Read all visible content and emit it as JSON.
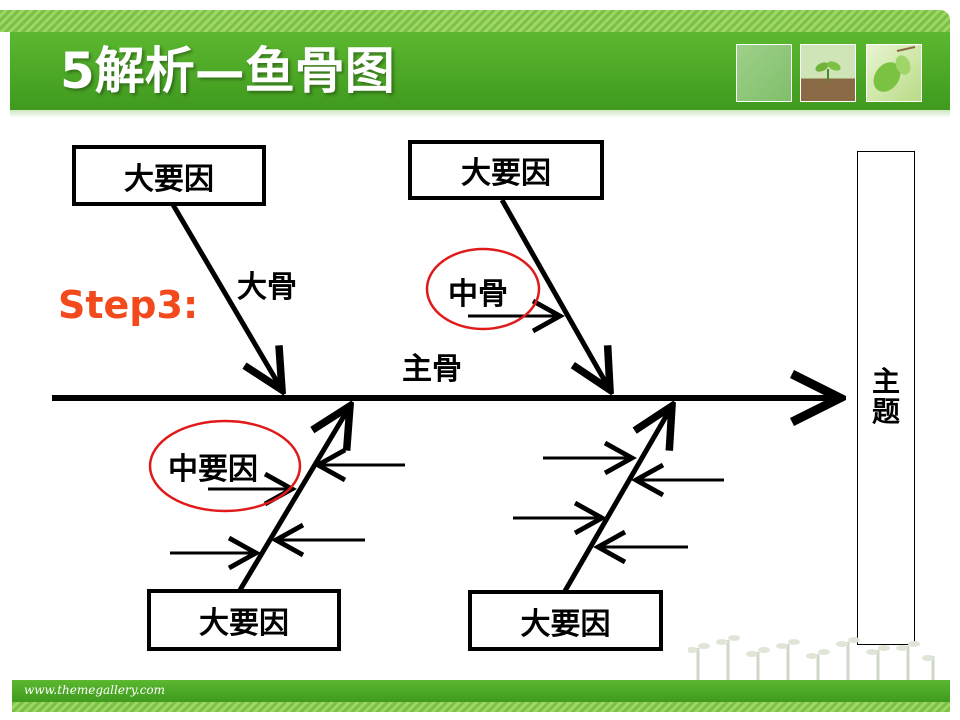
{
  "header": {
    "title": "5解析—鱼骨图"
  },
  "step": {
    "label": "Step3:"
  },
  "diagram": {
    "cause_boxes": {
      "top_left": "大要因",
      "top_right": "大要因",
      "bottom_left": "大要因",
      "bottom_right": "大要因"
    },
    "labels": {
      "big_bone": "大骨",
      "mid_bone": "中骨",
      "main_bone": "主骨",
      "mid_cause": "中要因"
    },
    "topic": {
      "line1": "主",
      "line2": "题"
    }
  },
  "footer": {
    "url": "www.themegallery.com"
  },
  "colors": {
    "header_green": "#4aa825",
    "step_orange": "#f24a1c",
    "highlight_red": "#e01a1a",
    "line_black": "#000000"
  }
}
